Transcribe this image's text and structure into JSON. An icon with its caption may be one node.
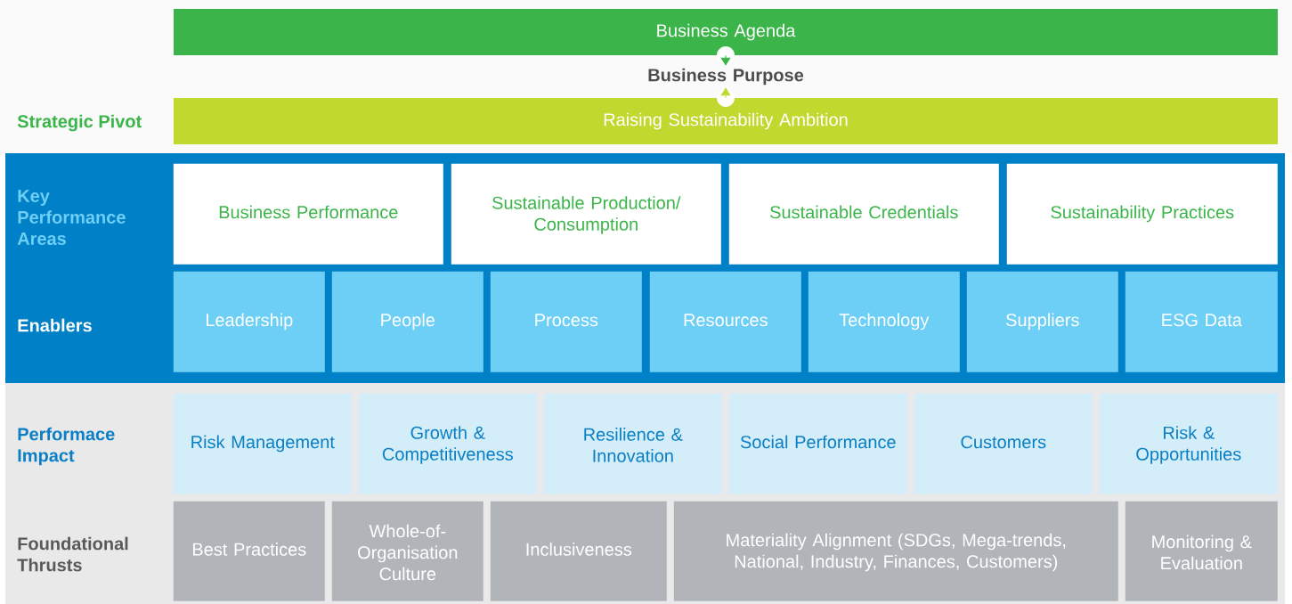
{
  "diagram": {
    "nodes": [
      {
        "text": [
          "Business Agenda"
        ]
      },
      {
        "text": [
          "Business Purpose"
        ]
      },
      {
        "text": [
          "Raising Sustainability Ambition"
        ]
      },
      {
        "text": [
          "Key Performance Areas",
          "Enablers"
        ]
      },
      {
        "text": [
          "Business Performance"
        ],
        "in": 3
      },
      {
        "text": [
          "Sustainable Production/ Consumption"
        ],
        "in": 3
      },
      {
        "text": [
          "Sustainable Credentials"
        ],
        "in": 3
      },
      {
        "text": [
          "Sustainability Practices"
        ],
        "in": 3
      },
      {
        "text": [
          "Leadership"
        ],
        "in": 3
      },
      {
        "text": [
          "People"
        ],
        "in": 3
      },
      {
        "text": [
          "Process"
        ],
        "in": 3
      },
      {
        "text": [
          "Resources"
        ],
        "in": 3
      },
      {
        "text": [
          "Technology"
        ],
        "in": 3
      },
      {
        "text": [
          "Suppliers"
        ],
        "in": 3
      },
      {
        "text": [
          "ESG Data"
        ],
        "in": 3
      },
      {
        "text": [
          "Performace Impact",
          "Foundational Thrusts"
        ]
      },
      {
        "text": [
          "Risk Management"
        ],
        "in": 15
      },
      {
        "text": [
          "Growth & Competitiveness"
        ],
        "in": 15
      },
      {
        "text": [
          "Resilience & Innovation"
        ],
        "in": 15
      },
      {
        "text": [
          "Social Performance"
        ],
        "in": 15
      },
      {
        "text": [
          "Customers"
        ],
        "in": 15
      },
      {
        "text": [
          "Risk & Opportunities"
        ],
        "in": 15
      },
      {
        "text": [
          "Best Practices"
        ],
        "in": 15
      },
      {
        "text": [
          "Whole-of-Organisation Culture"
        ],
        "in": 15
      },
      {
        "text": [
          "Inclusiveness"
        ],
        "in": 15
      },
      {
        "text": [
          "Materiality Alignment (SDGs, Mega-trends, National, Industry, Finances, Customers)"
        ],
        "in": 15
      },
      {
        "text": [
          "Monitoring & Evaluation"
        ],
        "in": 15
      }
    ],
    "edges": [
      {
        "from": 0,
        "to": 1,
        "arrow": "to",
        "color": "#3bb54a"
      },
      {
        "from": 2,
        "to": 1,
        "arrow": "to",
        "color": "#c1d82f"
      }
    ],
    "labels": [
      "Strategic Pivot"
    ]
  }
}
